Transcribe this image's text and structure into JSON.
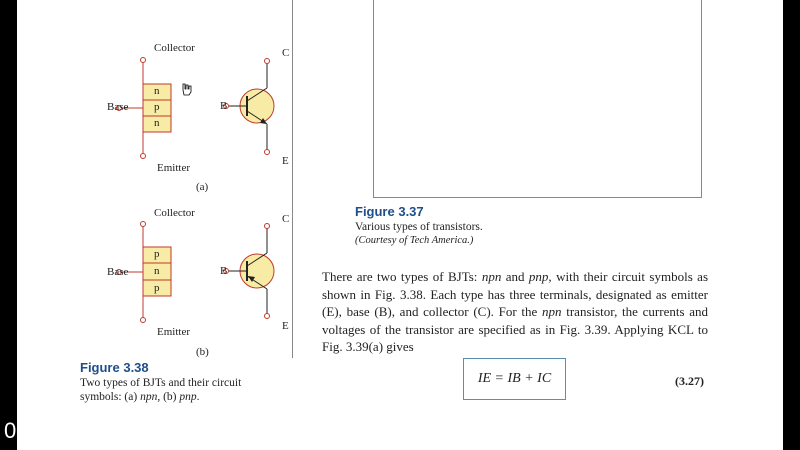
{
  "edge_char": "0",
  "fig338": {
    "a": {
      "collector": "Collector",
      "base": "Base",
      "emitter": "Emitter",
      "layers": [
        "n",
        "p",
        "n"
      ],
      "C": "C",
      "B": "B",
      "E": "E",
      "sub": "(a)"
    },
    "b": {
      "collector": "Collector",
      "base": "Base",
      "emitter": "Emitter",
      "layers": [
        "p",
        "n",
        "p"
      ],
      "C": "C",
      "B": "B",
      "E": "E",
      "sub": "(b)"
    },
    "title": "Figure 3.38",
    "caption_line1": "Two types of BJTs and their circuit",
    "caption_line2_a": "symbols: (a) ",
    "caption_line2_npn": "npn",
    "caption_line2_b": ", (b) ",
    "caption_line2_pnp": "pnp",
    "caption_line2_end": "."
  },
  "fig337": {
    "title": "Figure 3.37",
    "caption": "Various types of transistors.",
    "credit": "(Courtesy of Tech America.)"
  },
  "paragraph": {
    "s1": "There are two types of BJTs: ",
    "npn1": "npn",
    "s2": " and ",
    "pnp1": "pnp",
    "s3": ", with their circuit symbols as shown in Fig. 3.38. Each type has three terminals, designated as emitter (E), base (B), and collector (C). For the ",
    "npn2": "npn",
    "s4": " transistor, the currents and voltages of the transistor are specified as in Fig. 3.39. Applying KCL to Fig. 3.39(a) gives"
  },
  "equation": {
    "text": "IE = IB + IC",
    "number": "(3.27)"
  }
}
